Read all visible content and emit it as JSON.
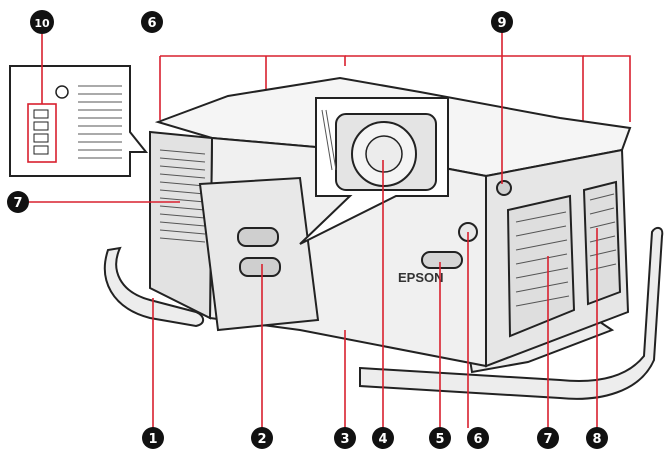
{
  "colors": {
    "leader_line": "#d9202e",
    "callout_fill": "#111111",
    "callout_text": "#ffffff",
    "outline": "#222222",
    "body_light": "#f4f4f4",
    "body_shade": "#dcdcdc"
  },
  "brand_label": "EPSON",
  "callouts": [
    {
      "number": "1",
      "part": "handle-frame-front-left"
    },
    {
      "number": "2",
      "part": "lens-cover-latch"
    },
    {
      "number": "3",
      "part": "front-side-panel"
    },
    {
      "number": "4",
      "part": "projection-lens"
    },
    {
      "number": "5",
      "part": "front-handle-right"
    },
    {
      "number": "6",
      "part": "front-foot-mount"
    },
    {
      "number": "7",
      "part": "air-vent"
    },
    {
      "number": "8",
      "part": "side-air-vent"
    },
    {
      "number": "9",
      "part": "top-mounting-point"
    },
    {
      "number": "10",
      "part": "indicator-lights"
    }
  ]
}
